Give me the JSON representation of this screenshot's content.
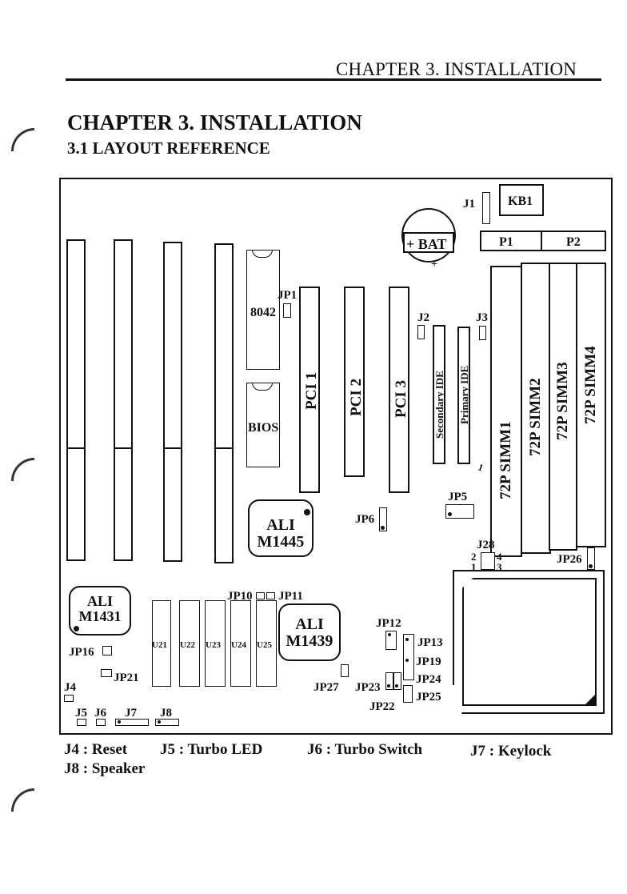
{
  "header": {
    "running_title": "CHAPTER 3. INSTALLATION"
  },
  "chapter_title": "CHAPTER 3. INSTALLATION",
  "section_title": "3.1 LAYOUT REFERENCE",
  "board": {
    "connectors": {
      "kb1": "KB1",
      "p1": "P1",
      "p2": "P2",
      "battery": "+ BAT",
      "battery_plus": "+",
      "j1": "J1",
      "j2": "J2",
      "j3": "J3",
      "j4": "J4",
      "j5": "J5",
      "j6": "J6",
      "j7": "J7",
      "j8": "J8",
      "j28": "J28",
      "j28_pin2": "2",
      "j28_pin4": "4",
      "j28_pin1": "1",
      "j28_pin3": "3"
    },
    "chips": {
      "c8042": "8042",
      "bios": "BIOS",
      "ali_m1445_line1": "ALI",
      "ali_m1445_line2": "M1445",
      "ali_m1431_line1": "ALI",
      "ali_m1431_line2": "M1431",
      "ali_m1439_line1": "ALI",
      "ali_m1439_line2": "M1439",
      "u21": "U21",
      "u22": "U22",
      "u23": "U23",
      "u24": "U24",
      "u25": "U25"
    },
    "slots": {
      "pci1": "PCI 1",
      "pci2": "PCI 2",
      "pci3": "PCI 3",
      "secondary_ide": "Secondary IDE",
      "primary_ide": "Primary IDE",
      "ide_pin_mark": "1",
      "simm1": "72P SIMM1",
      "simm2": "72P SIMM2",
      "simm3": "72P SIMM3",
      "simm4": "72P SIMM4"
    },
    "jumpers": {
      "jp1": "JP1",
      "jp5": "JP5",
      "jp6": "JP6",
      "jp10": "JP10",
      "jp11": "JP11",
      "jp12": "JP12",
      "jp13": "JP13",
      "jp16": "JP16",
      "jp19": "JP19",
      "jp21": "JP21",
      "jp22": "JP22",
      "jp23": "JP23",
      "jp24": "JP24",
      "jp25": "JP25",
      "jp26": "JP26",
      "jp27": "JP27"
    }
  },
  "legend": {
    "j4": "J4 : Reset",
    "j5": "J5 : Turbo LED",
    "j6": "J6 : Turbo Switch",
    "j7": "J7 : Keylock",
    "j8": "J8 : Speaker"
  }
}
